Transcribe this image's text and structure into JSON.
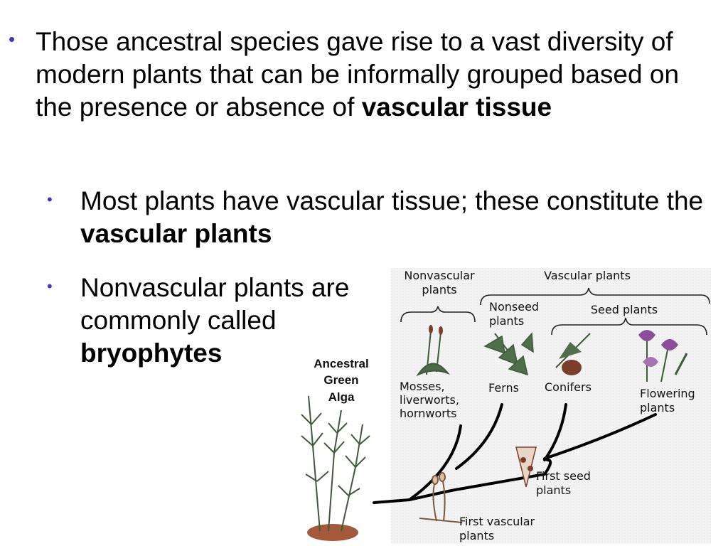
{
  "slide": {
    "bullet1": {
      "text": "Those ancestral species gave rise to a vast diversity of modern plants that can be informally grouped based on the presence or absence of ",
      "bold": "vascular tissue"
    },
    "bullet2": {
      "text": "Most plants have vascular tissue; these constitute the ",
      "bold": "vascular plants"
    },
    "bullet3": {
      "text": "Nonvascular plants are commonly called ",
      "bold": "bryophytes"
    }
  },
  "figure": {
    "nonvascular_header_line1": "Nonvascular",
    "nonvascular_header_line2": "plants",
    "vascular_header": "Vascular plants",
    "nonseed_line1": "Nonseed",
    "nonseed_line2": "plants",
    "seed_header": "Seed plants",
    "ancestral_line1": "Ancestral",
    "ancestral_line2": "Green",
    "ancestral_line3": "Alga",
    "mosses_line1": "Mosses,",
    "mosses_line2": "liverworts,",
    "mosses_line3": "hornworts",
    "ferns": "Ferns",
    "conifers": "Conifers",
    "flowering_line1": "Flowering",
    "flowering_line2": "plants",
    "first_seed_line1": "First seed",
    "first_seed_line2": "plants",
    "first_vascular_line1": "First vascular",
    "first_vascular_line2": "plants"
  },
  "colors": {
    "bullet": "#3b3bc4",
    "figure_bg": "#f1f1f1",
    "branch": "#000000",
    "plant_green": "#3d5b3a",
    "flower_purple": "#8b4e9a",
    "cone_brown": "#7a3e2a"
  }
}
